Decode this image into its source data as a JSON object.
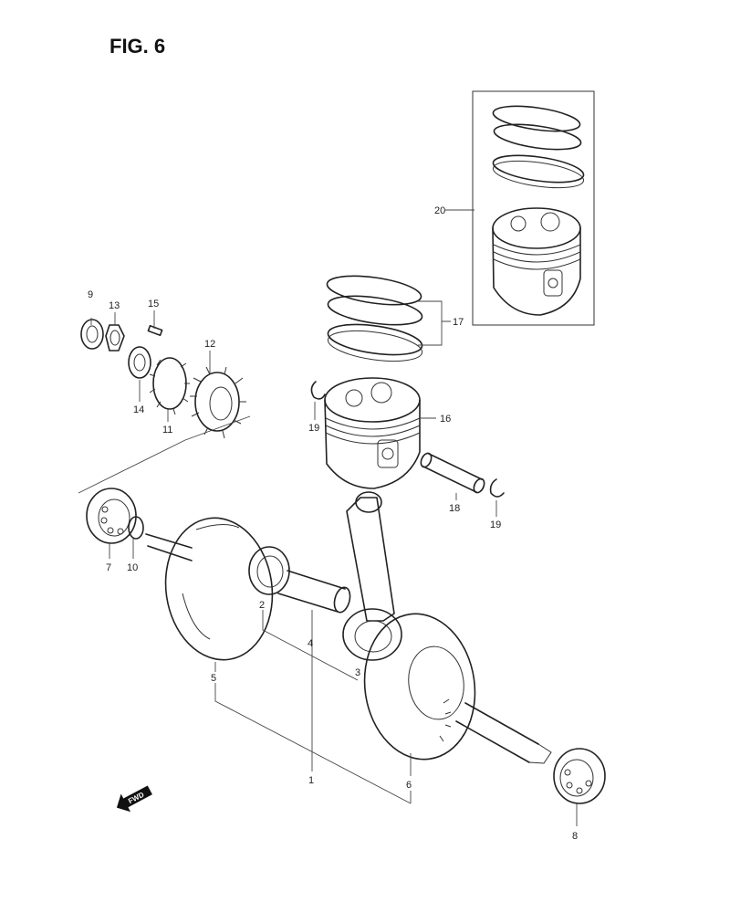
{
  "figure": {
    "title": "FIG. 6"
  },
  "fwd_label": "FWD",
  "callouts": {
    "c1": "1",
    "c2": "2",
    "c3": "3",
    "c4": "4",
    "c5": "5",
    "c6": "6",
    "c7": "7",
    "c8": "8",
    "c9": "9",
    "c10": "10",
    "c11": "11",
    "c12": "12",
    "c13": "13",
    "c14": "14",
    "c15": "15",
    "c16": "16",
    "c17": "17",
    "c18": "18",
    "c19a": "19",
    "c19b": "19",
    "c20": "20"
  }
}
